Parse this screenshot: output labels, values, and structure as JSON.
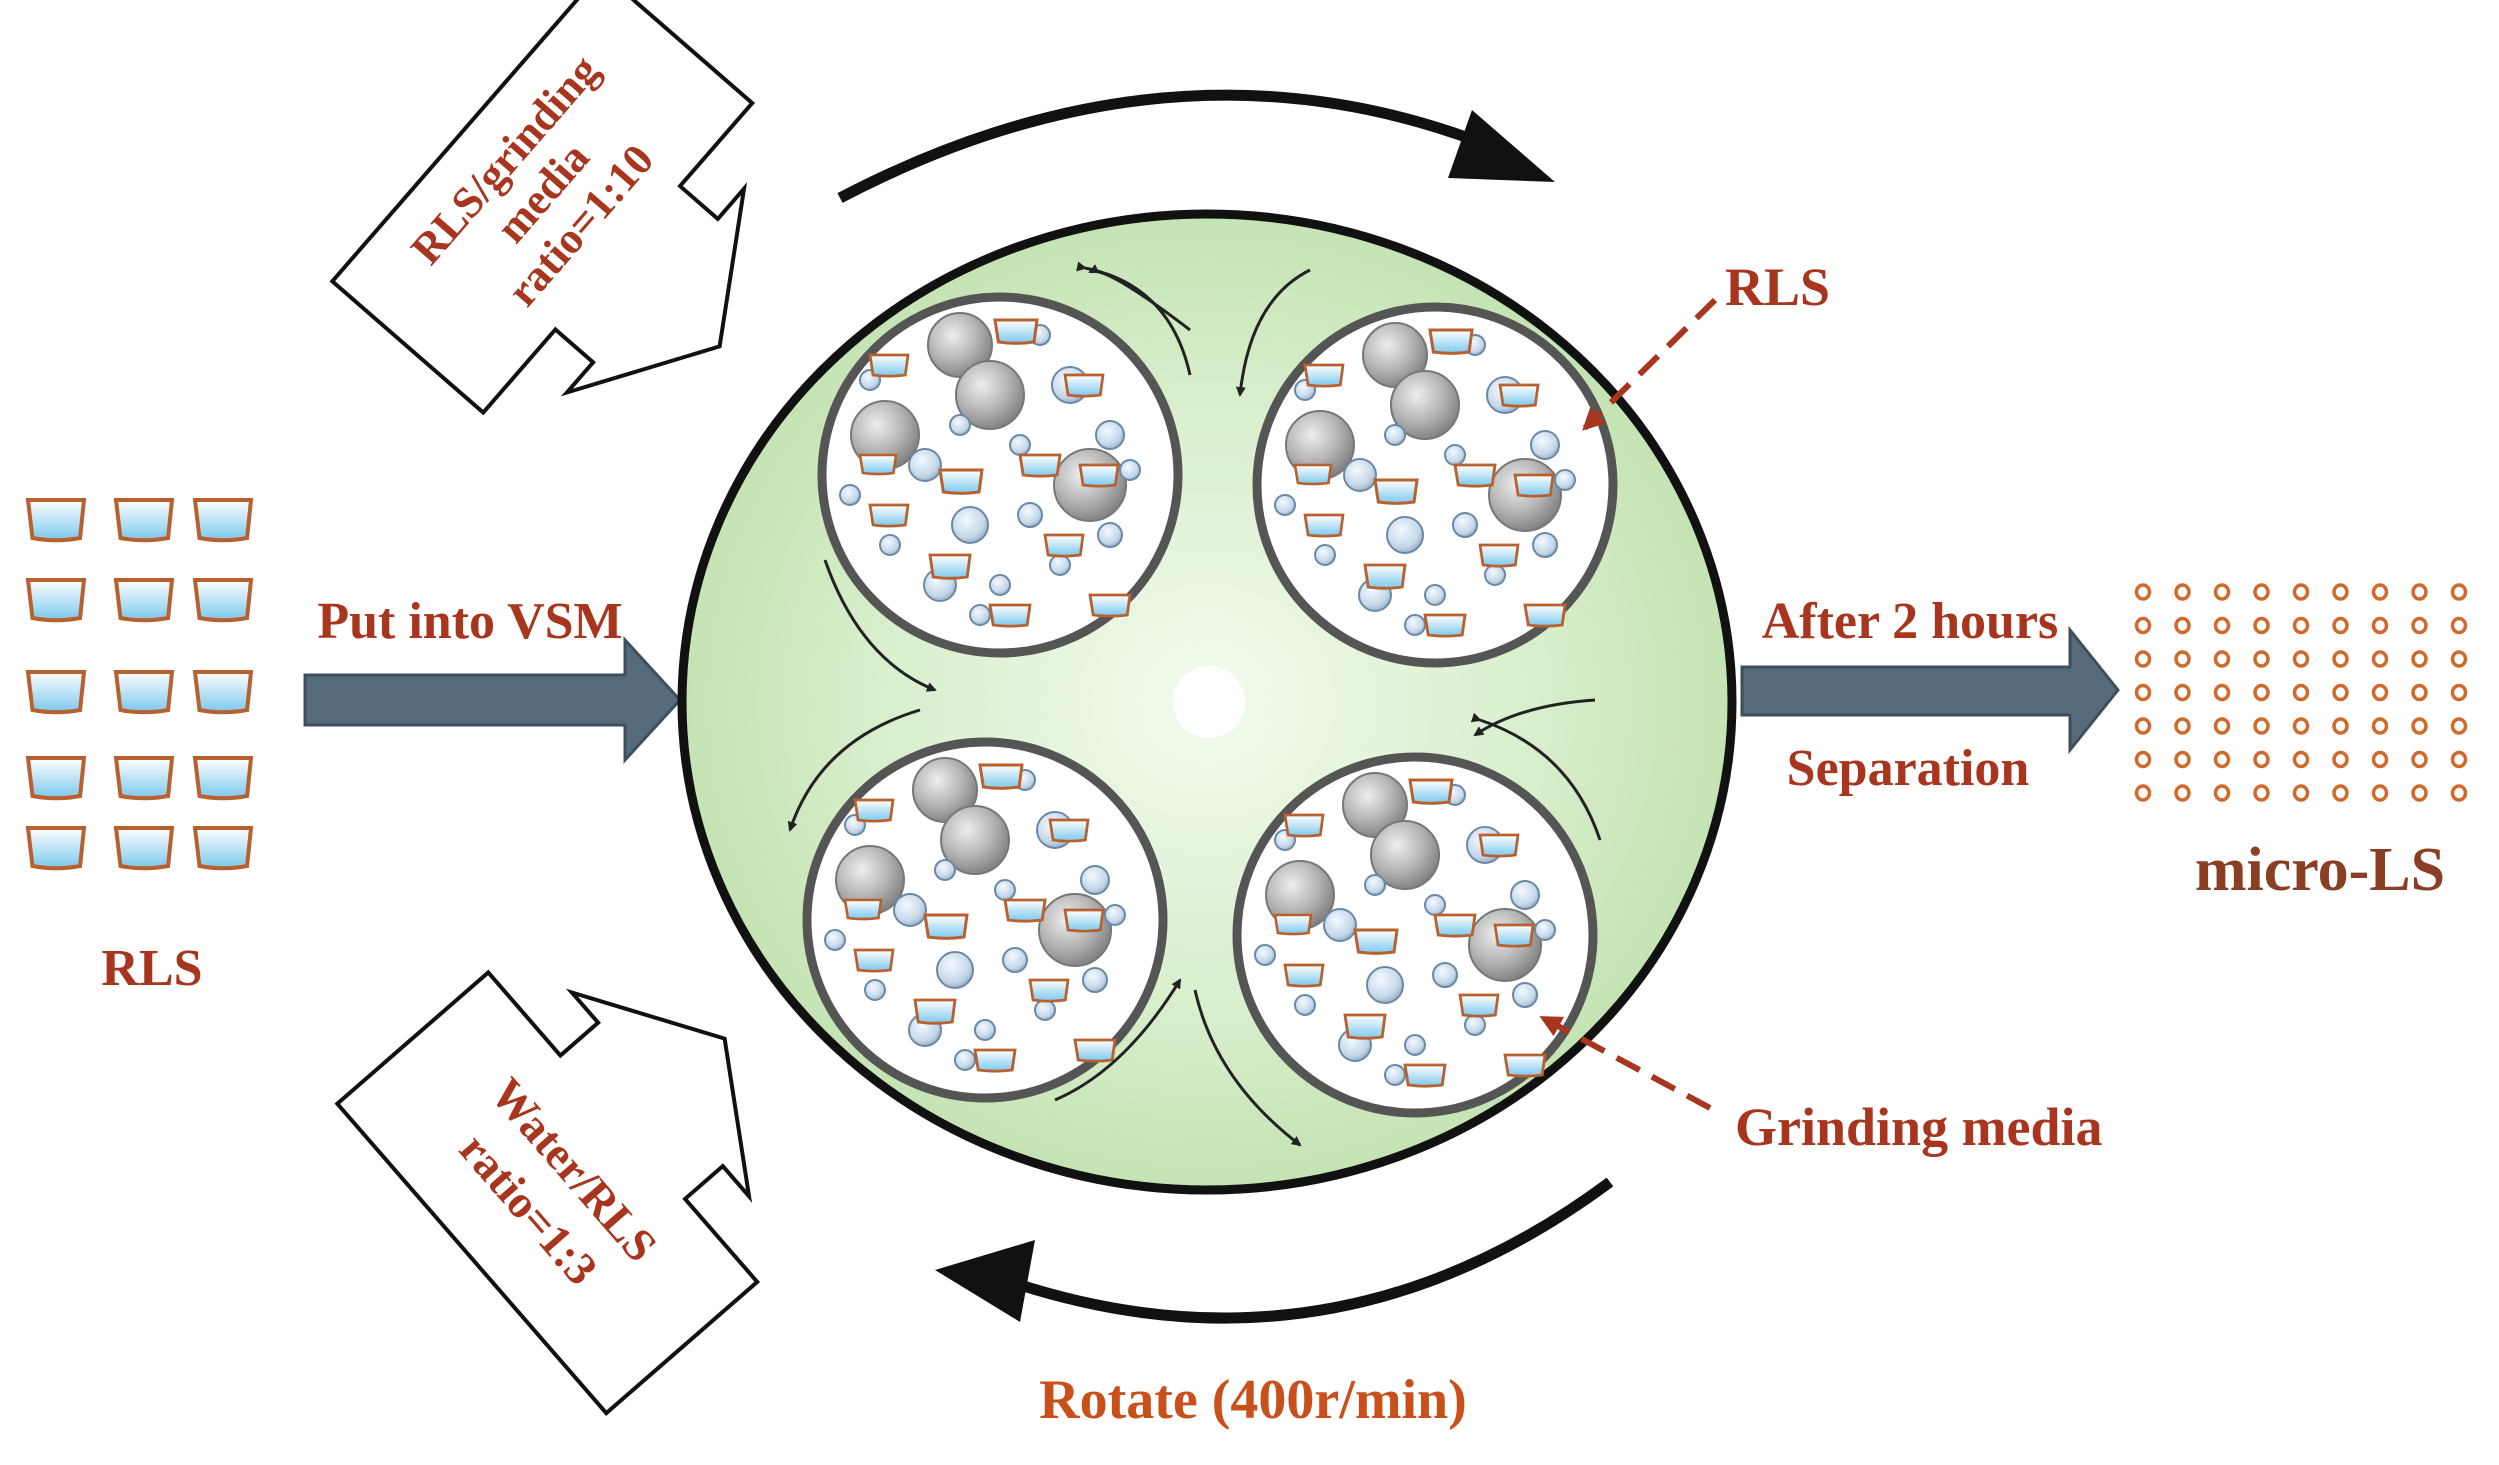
{
  "labels": {
    "rls_left": "RLS",
    "put_into": "Put into VSM",
    "ratio_top_line1": "RLS/grinding",
    "ratio_top_line2": "media",
    "ratio_top_line3": "ratio=1:10",
    "ratio_bottom_line1": "Water/RLS",
    "ratio_bottom_line2": "ratio=1:3",
    "rls_pointer": "RLS",
    "after": "After 2 hours",
    "separation": "Separation",
    "micro": "micro-LS",
    "grinding_media": "Grinding media",
    "rotate": "Rotate (400r/min)"
  },
  "colors": {
    "label_red": "#a8351e",
    "label_orange": "#c9501b",
    "micro_brown": "#8a3f24",
    "arrow_fill": "#556b7c",
    "disk_green": "#d2ebc4",
    "jar_stroke": "#555555",
    "flake_border": "#b8612f",
    "flake_water": "#8fd0f0"
  }
}
